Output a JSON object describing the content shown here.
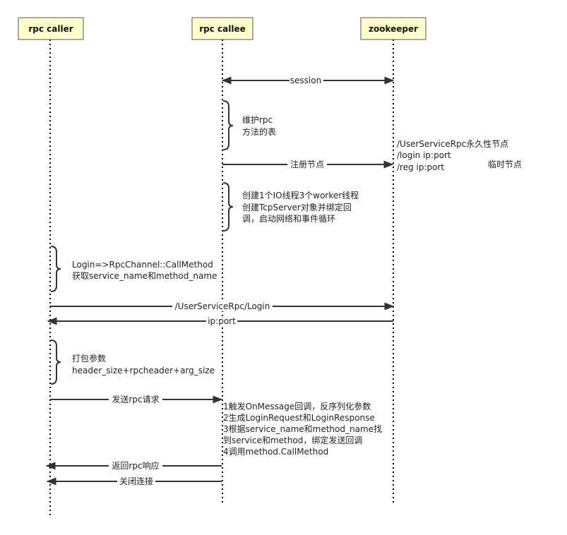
{
  "participants": [
    {
      "id": "caller",
      "label": "rpc caller"
    },
    {
      "id": "callee",
      "label": "rpc callee"
    },
    {
      "id": "zk",
      "label": "zookeeper"
    }
  ],
  "messages": [
    {
      "id": "session",
      "label": "session"
    },
    {
      "id": "register",
      "label": "注册节点"
    },
    {
      "id": "login-path",
      "label": "/UserServiceRpc/Login"
    },
    {
      "id": "ip-port",
      "label": "ip:port"
    },
    {
      "id": "send-request",
      "label": "发送rpc请求"
    },
    {
      "id": "return-response",
      "label": "返回rpc响应"
    },
    {
      "id": "close-conn",
      "label": "关闭连接"
    }
  ],
  "notes": {
    "method_table": [
      "维护rpc",
      "方法的表"
    ],
    "zk_nodes": [
      "/UserServiceRpc永久性节点",
      "/login ip:port",
      "/reg ip:port"
    ],
    "zk_temp": "临时节点",
    "server_setup": [
      "创建1个IO线程3个worker线程",
      "创建TcpServer对象并绑定回",
      "调，启动网络和事件循环"
    ],
    "caller_login": [
      "Login=>RpcChannel::CallMethod",
      "获取service_name和method_name"
    ],
    "pack_params": [
      "打包参数",
      "header_size+rpcheader+arg_size"
    ],
    "callee_steps": [
      "1触发OnMessage回调，反序列化参数",
      "2生成LoginRequest和LoginResponse",
      "3根据service_name和method_name找",
      "到service和method，绑定发送回调",
      "4调用method.CallMethod"
    ]
  }
}
